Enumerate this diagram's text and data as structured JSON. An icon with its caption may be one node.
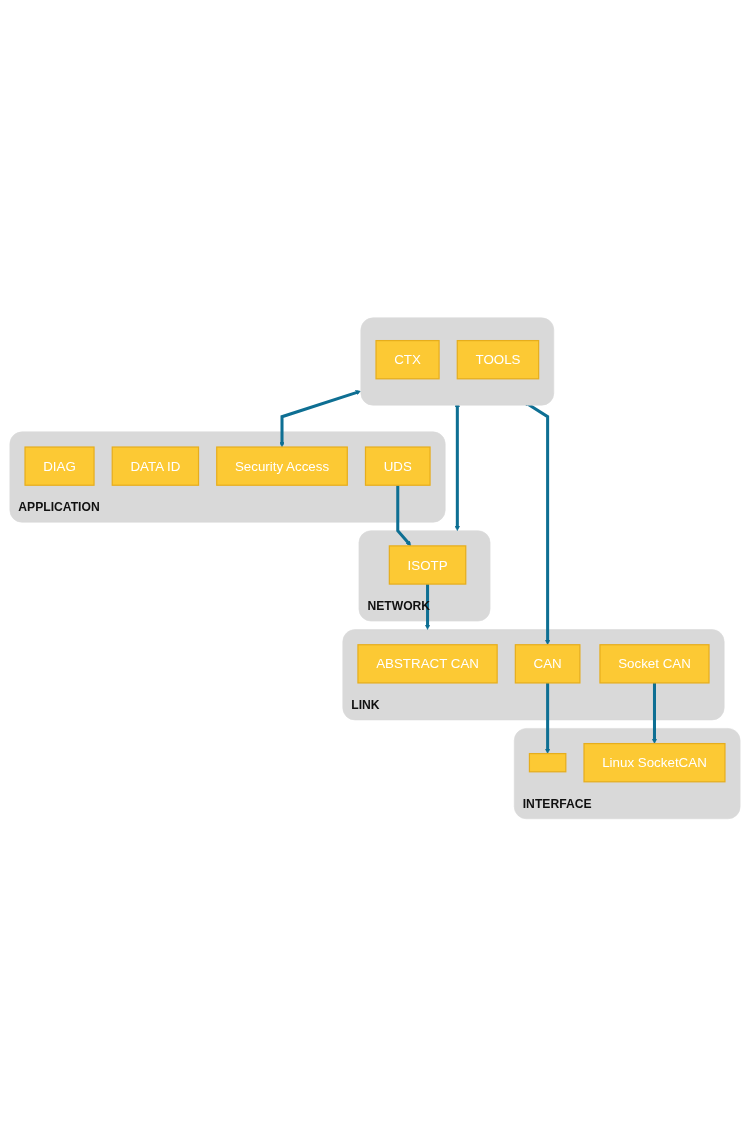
{
  "diagram": {
    "nodes": [
      {
        "text": [],
        "shape": "bar"
      },
      {
        "text": [
          "CTX"
        ],
        "in": 0
      },
      {
        "text": [
          "TOOLS"
        ],
        "in": 0
      },
      {
        "text": [
          "APPLICATION"
        ]
      },
      {
        "text": [
          "DIAG"
        ],
        "in": 3
      },
      {
        "text": [
          "DATA ID"
        ],
        "in": 3
      },
      {
        "text": [
          "Security Access"
        ],
        "in": 3
      },
      {
        "text": [
          "UDS"
        ],
        "in": 3
      },
      {
        "text": [
          "NETWORK"
        ]
      },
      {
        "text": [
          "ISOTP"
        ],
        "in": 8
      },
      {
        "text": [
          "LINK"
        ]
      },
      {
        "text": [
          "ABSTRACT CAN"
        ],
        "in": 10
      },
      {
        "text": [
          "CAN"
        ],
        "in": 10
      },
      {
        "text": [
          "Socket CAN"
        ],
        "in": 10
      },
      {
        "text": [
          "INTERFACE"
        ]
      },
      {
        "text": [],
        "shape": "box",
        "in": 14
      },
      {
        "text": [
          "Linux SocketCAN"
        ],
        "in": 14
      }
    ],
    "edges": [
      {
        "from": 0,
        "to": 6,
        "arrow": "both"
      },
      {
        "from": 0,
        "to": 8,
        "arrow": "both"
      },
      {
        "from": 0,
        "to": 12,
        "arrow": "both"
      },
      {
        "from": 7,
        "to": 9,
        "arrow": "to"
      },
      {
        "from": 9,
        "to": 10,
        "arrow": "to"
      },
      {
        "from": 12,
        "to": 15,
        "arrow": "to"
      },
      {
        "from": 13,
        "to": 16,
        "arrow": "to"
      }
    ]
  }
}
